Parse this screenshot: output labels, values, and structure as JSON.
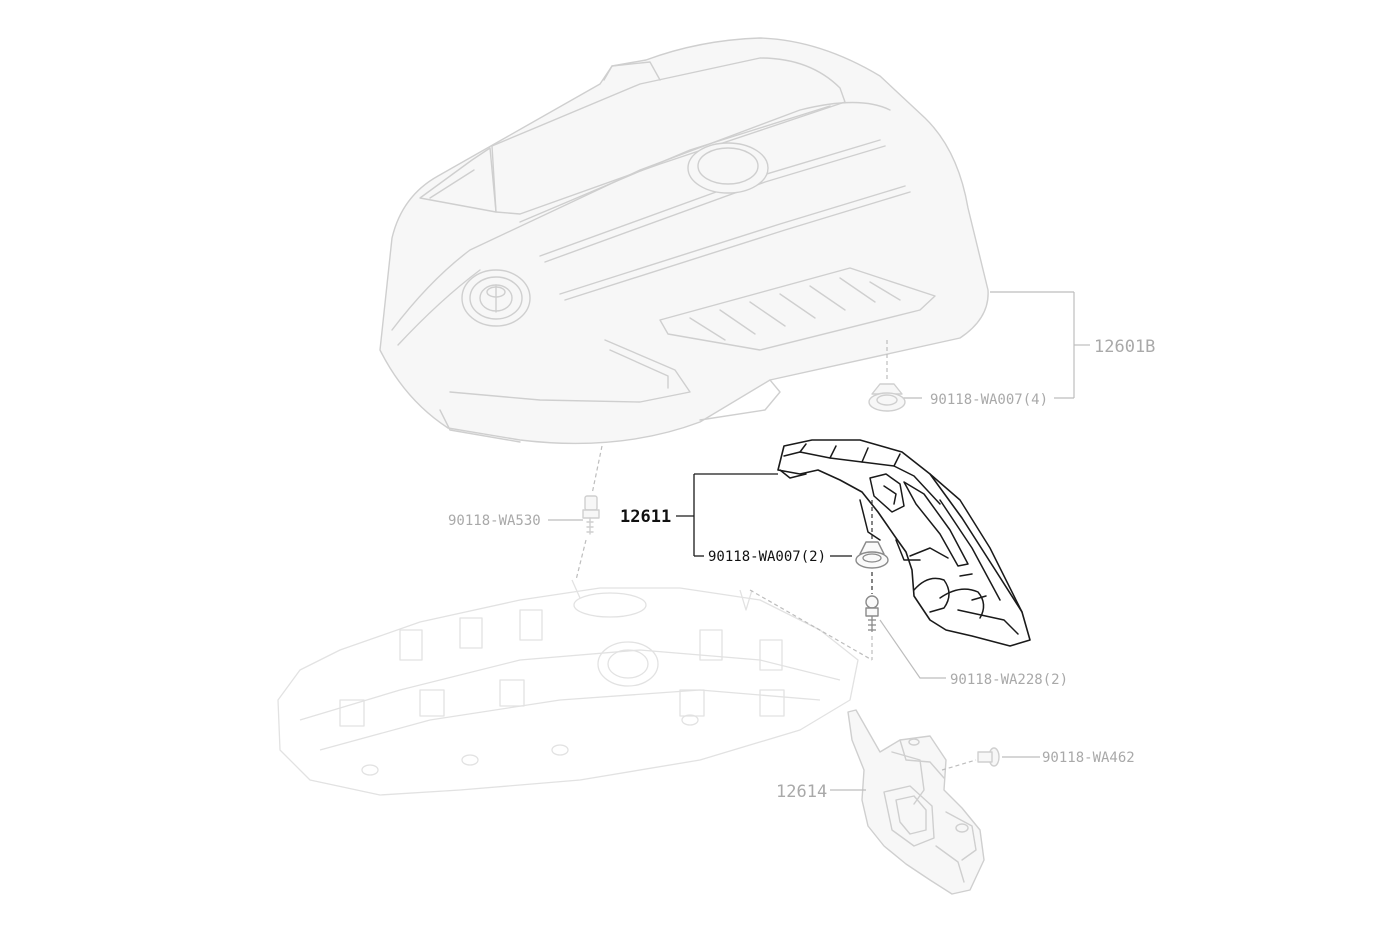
{
  "labels": {
    "cover_assy": "12601B",
    "cover_clip": "90118-WA007(4)",
    "cover_stud": "90118-WA530",
    "insulator": "12611",
    "insulator_clip": "90118-WA007(2)",
    "insulator_stud": "90118-WA228(2)",
    "bracket_bolt": "90118-WA462",
    "bracket": "12614"
  }
}
